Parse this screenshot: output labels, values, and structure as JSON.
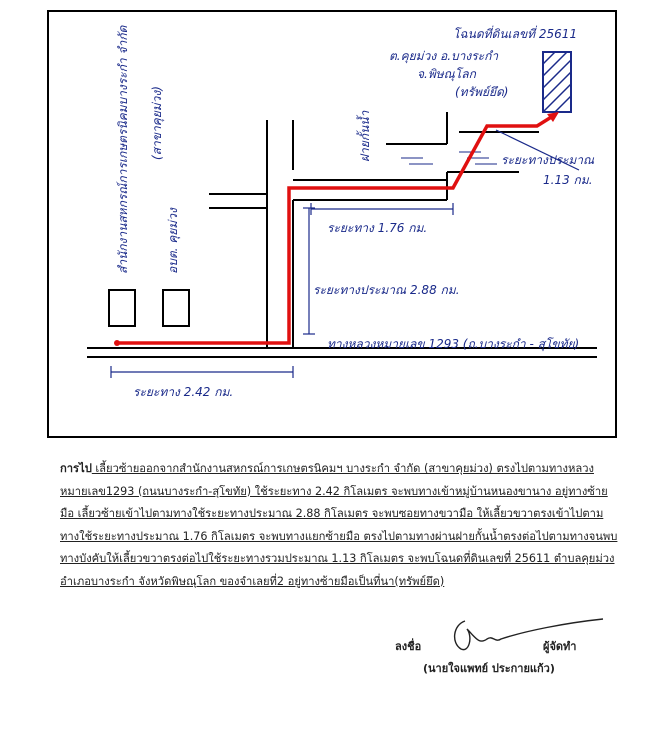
{
  "map": {
    "deed_title": "โฉนดที่ดินเลขที่ 25611",
    "deed_line2": "ต.คุยม่วง อ.บางระกำ",
    "deed_line3": "จ.พิษณุโลก",
    "deed_line4": "(ทรัพย์ยึด)",
    "weir_label": "ฝายกั้นน้ำ",
    "dist_final": "ระยะทางประมาณ",
    "dist_final_val": "1.13 กม.",
    "dist_176": "ระยะทาง 1.76 กม.",
    "dist_288": "ระยะทางประมาณ 2.88 กม.",
    "highway": "ทางหลวงหมายเลข 1293 (ถ.บางระกำ - สุโขทัย)",
    "dist_242": "ระยะทาง 2.42 กม.",
    "office_label": "สำนักงานสหกรณ์การเกษตรนิคมบางระกำ จำกัด",
    "office_branch": "(สาขาคุยม่วง)",
    "school_label": "อบต. คุยม่วง",
    "colors": {
      "route": "#e01010",
      "ink": "#1a2a8a",
      "line": "#000000"
    }
  },
  "directions": {
    "lead": "การไป",
    "text": " เลี้ยวซ้ายออกจากสำนักงานสหกรณ์การเกษตรนิคมฯ บางระกำ จำกัด (สาขาคุยม่วง) ตรงไปตามทางหลวงหมายเลข1293 (ถนนบางระกำ-สุโขทัย) ใช้ระยะทาง 2.42 กิโลเมตร จะพบทางเข้าหมู่บ้านหนองขานาง อยู่ทางซ้ายมือ เลี้ยวซ้ายเข้าไปตามทางใช้ระยะทางประมาณ 2.88 กิโลเมตร จะพบซอยทางขวามือ ให้เลี้ยวขวาตรงเข้าไปตามทางใช้ระยะทางประมาณ 1.76 กิโลเมตร จะพบทางแยกซ้ายมือ ตรงไปตามทางผ่านฝายกั้นน้ำตรงต่อไปตามทางจนพบทางบังคับให้เลี้ยวขวาตรงต่อไปใช้ระยะทางรวมประมาณ 1.13 กิโลเมตร จะพบโฉนดที่ดินเลขที่ 25611 ตำบลคุยม่วง อำเภอบางระกำ จังหวัดพิษณุโลก ของจำเลยที่2 อยู่ทางซ้ายมือเป็นที่นา(ทรัพย์ยึด)"
  },
  "signature": {
    "sign_label": "ลงชื่อ",
    "role": "ผู้จัดทำ",
    "name": "(นายใจแพทย์ ประกายแก้ว)"
  }
}
